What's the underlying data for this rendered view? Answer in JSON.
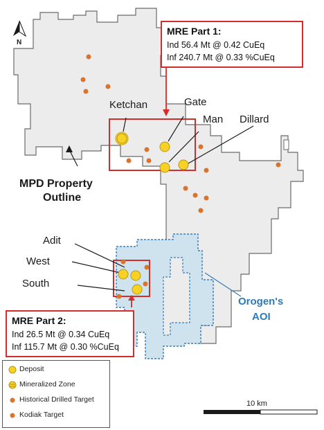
{
  "north_arrow": {
    "label": "N"
  },
  "callouts": {
    "part1": {
      "title": "MRE Part 1:",
      "line1": "Ind 56.4 Mt @ 0.42 CuEq",
      "line2": "Inf 240.7 Mt @ 0.33 %CuEq"
    },
    "part2": {
      "title": "MRE Part 2:",
      "line1": "Ind 26.5 Mt @ 0.34 CuEq",
      "line2": "Inf 115.7 Mt @ 0.30 %CuEq"
    }
  },
  "deposit_labels": {
    "ketchan": "Ketchan",
    "gate": "Gate",
    "man": "Man",
    "dillard": "Dillard",
    "adit": "Adit",
    "west": "West",
    "south": "South"
  },
  "property_label": {
    "line1": "MPD Property",
    "line2": "Outline"
  },
  "aoi_label": {
    "line1": "Orogen's",
    "line2": "AOI"
  },
  "legend": {
    "deposit": "Deposit",
    "mineralized_zone": "Mineralized Zone",
    "historical": "Historical Drilled Target",
    "kodiak": "Kodiak Target"
  },
  "scale_bar": {
    "label": "10 km"
  },
  "colors": {
    "property_fill": "#ececec",
    "aoi_fill": "#cfe3ee",
    "aoi_stroke": "#3a7cb8",
    "callout_red": "#d62b2b",
    "deposit_yellow": "#f7d225",
    "target_orange": "#d8742c",
    "aoi_text": "#2f79b5"
  }
}
